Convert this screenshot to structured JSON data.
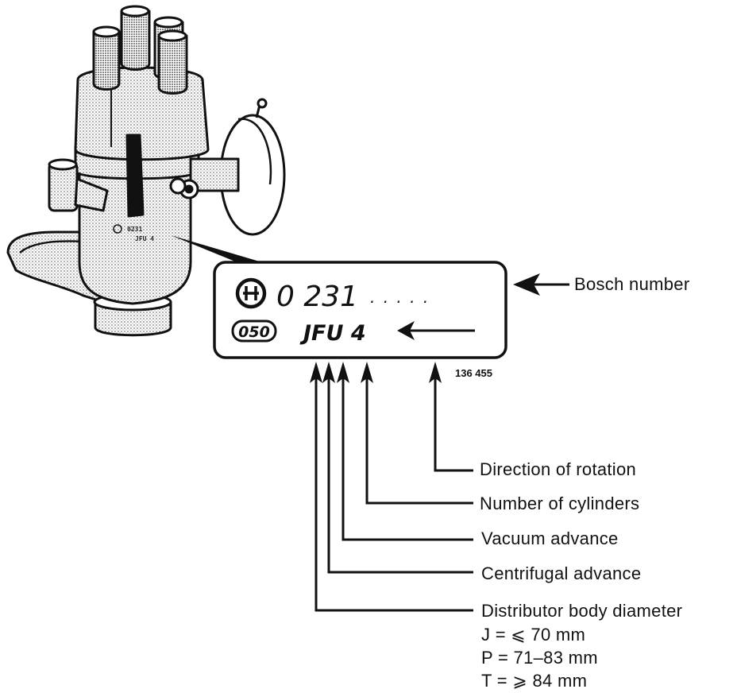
{
  "nameplate": {
    "number_prefix": "0 231",
    "number_suffix": ". . . . .",
    "code_badge": "050",
    "type_code": "JFU 4",
    "arrow_glyph": "←"
  },
  "distributor_body": {
    "engraving_line1": "0231",
    "engraving_line2": "JFU 4"
  },
  "figure_ref": "136 455",
  "labels": {
    "bosch_number": "Bosch number",
    "direction_of_rotation": "Direction of rotation",
    "number_of_cylinders": "Number of cylinders",
    "vacuum_advance": "Vacuum advance",
    "centrifugal_advance": "Centrifugal advance",
    "body_diameter": "Distributor body diameter"
  },
  "diameter_codes": [
    "J = ⩽ 70 mm",
    "P = 71–83 mm",
    "T = ⩾ 84 mm"
  ],
  "colors": {
    "ink": "#111111",
    "paper": "#ffffff",
    "shade": "#c9c9c9"
  }
}
